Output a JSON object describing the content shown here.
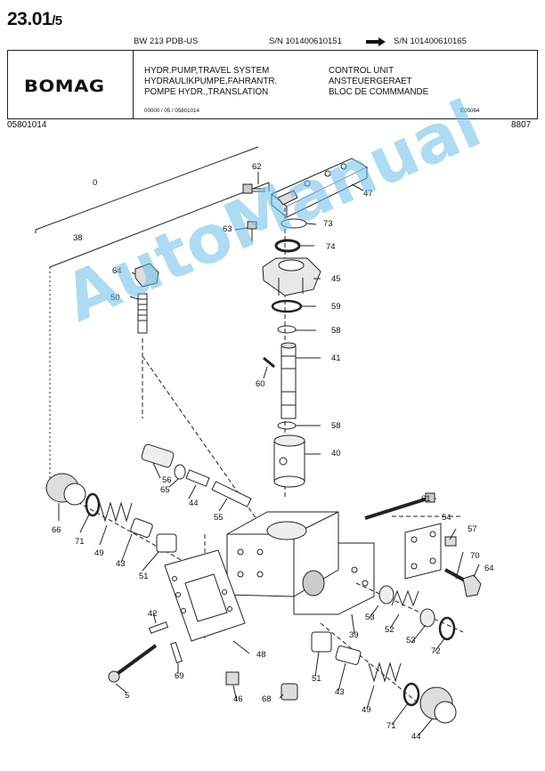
{
  "header": {
    "page_number": "23.01",
    "page_suffix": "/5",
    "model": "BW 213 PDB-US",
    "serial_from": "S/N 101400610151",
    "serial_to": "S/N 101400610165",
    "arrow_icon": "right-arrow-icon",
    "logo_text": "BOMAG",
    "title_en": "HYDR.PUMP,TRAVEL SYSTEM",
    "title_de": "HYDRAULIKPUMPE,FAHRANTR.",
    "title_fr": "POMPE HYDR.,TRANSLATION",
    "subtitle_en": "CONTROL UNIT",
    "subtitle_de": "ANSTEUERGERAET",
    "subtitle_fr": "BLOC DE COMMMANDE",
    "ref_code": "00000 / 05 / 05801014",
    "drawing_code": "E05064",
    "part_number": "05801014",
    "date_code": "8807"
  },
  "callouts": [
    "0",
    "38",
    "62",
    "47",
    "73",
    "63",
    "74",
    "64",
    "45",
    "50",
    "59",
    "58",
    "41",
    "60",
    "58",
    "40",
    "56",
    "65",
    "61",
    "44",
    "55",
    "54",
    "57",
    "66",
    "71",
    "49",
    "43",
    "51",
    "70",
    "64",
    "53",
    "52",
    "53",
    "72",
    "42",
    "39",
    "48",
    "5",
    "69",
    "51",
    "43",
    "46",
    "68",
    "49",
    "71",
    "44"
  ],
  "watermark": "AutoManual"
}
